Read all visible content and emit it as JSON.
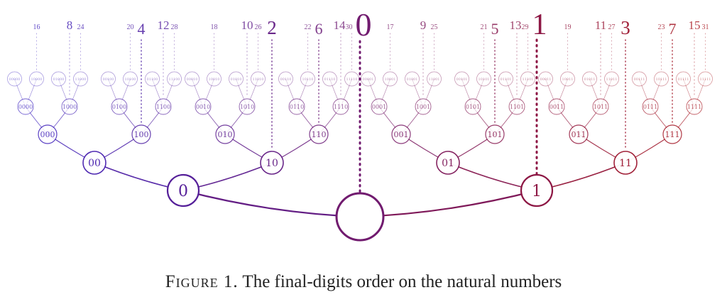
{
  "caption": {
    "figure": "Figure 1.",
    "text": "The final-digits order on the natural numbers"
  },
  "colors": {
    "left": "#3b22c0",
    "right": "#a8141c"
  },
  "tree": {
    "root_number": "0",
    "numbers": {
      "1": "1",
      "10": "2",
      "11": "3",
      "100": "4",
      "101": "5",
      "110": "6",
      "111": "7",
      "1000": "8",
      "1001": "9",
      "1010": "10",
      "1011": "11",
      "1100": "12",
      "1101": "13",
      "1110": "14",
      "1111": "15",
      "10000": "16",
      "10001": "17",
      "10010": "18",
      "10011": "19",
      "10100": "20",
      "10101": "21",
      "10110": "22",
      "10111": "23",
      "11000": "24",
      "11001": "25",
      "11010": "26",
      "11011": "27",
      "11100": "28",
      "11101": "29",
      "11110": "30",
      "11111": "31"
    }
  }
}
